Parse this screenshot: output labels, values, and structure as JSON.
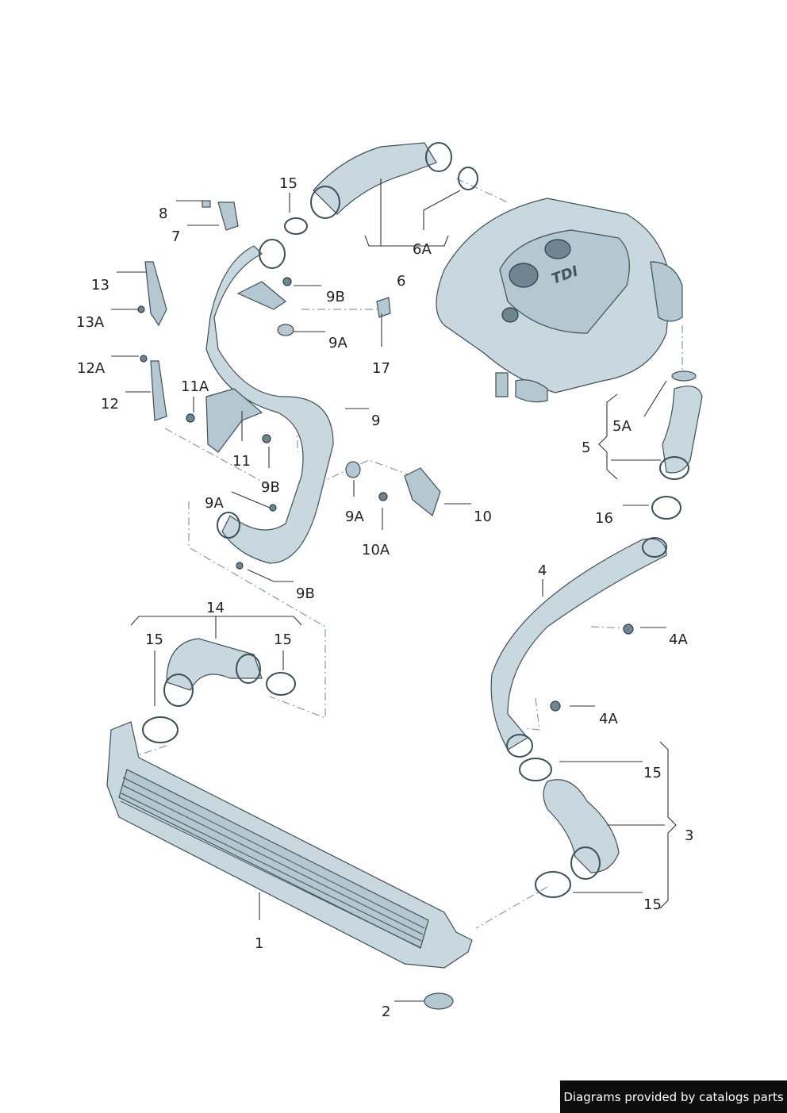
{
  "labels": {
    "l1": "1",
    "l2": "2",
    "l3": "3",
    "l4": "4",
    "l4a_1": "4A",
    "l4a_2": "4A",
    "l5": "5",
    "l5a": "5A",
    "l6": "6",
    "l6a": "6A",
    "l7": "7",
    "l8": "8",
    "l9": "9",
    "l9a_1": "9A",
    "l9a_2": "9A",
    "l9a_3": "9A",
    "l9b_1": "9B",
    "l9b_2": "9B",
    "l9b_3": "9B",
    "l10": "10",
    "l10a": "10A",
    "l11": "11",
    "l11a": "11A",
    "l12": "12",
    "l12a": "12A",
    "l13": "13",
    "l13a": "13A",
    "l14": "14",
    "l15_1": "15",
    "l15_2": "15",
    "l15_3": "15",
    "l15_4": "15",
    "l15_5": "15",
    "l16": "16",
    "l17": "17"
  },
  "engine_cover_text": "TDI",
  "footer": {
    "credit": "Diagrams provided by catalogs parts"
  },
  "colors": {
    "part_fill": "#c9d8df",
    "outline": "#3e4f58",
    "badge_bg": "#0d0d0d"
  }
}
